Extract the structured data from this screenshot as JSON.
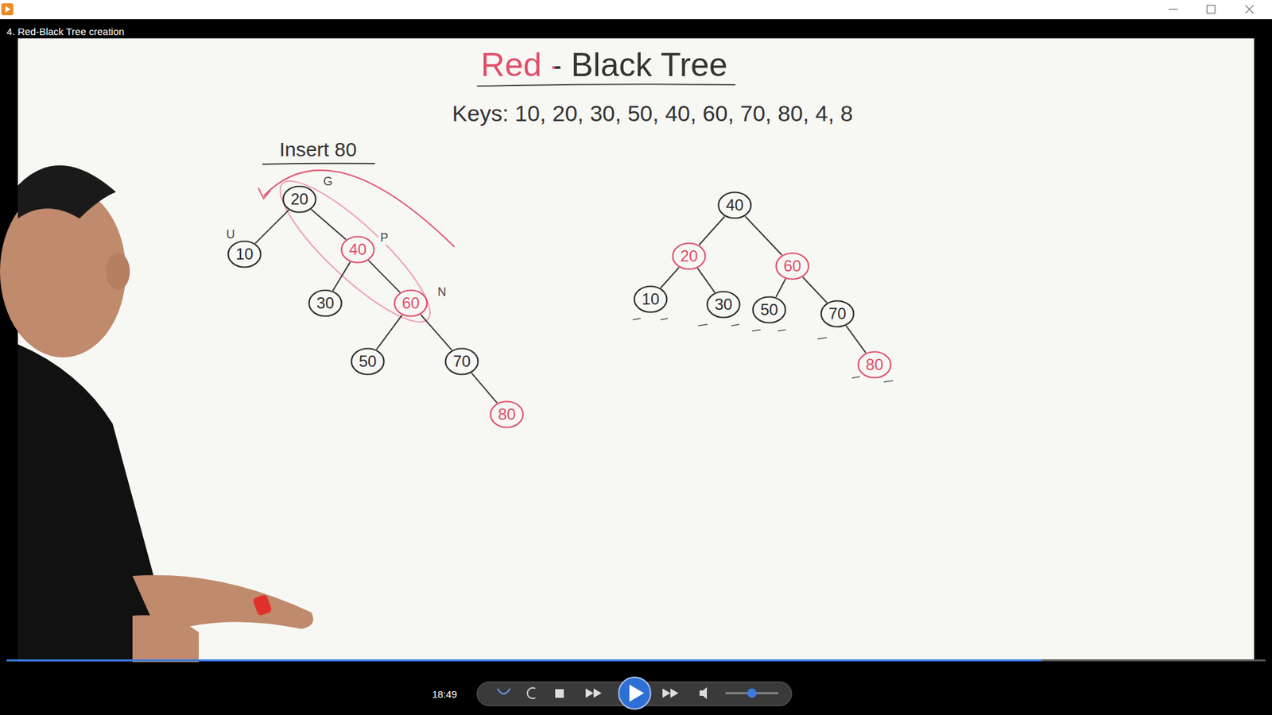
{
  "diagram": {
    "title": "Red - Black Tree",
    "nodes": [
      {
        "text": [
          "20"
        ]
      },
      {
        "text": [
          "10"
        ]
      },
      {
        "text": [
          "40"
        ]
      },
      {
        "text": [
          "30"
        ]
      },
      {
        "text": [
          "60"
        ]
      },
      {
        "text": [
          "50"
        ]
      },
      {
        "text": [
          "70"
        ]
      },
      {
        "text": [
          "80"
        ]
      },
      {
        "text": [
          "40"
        ]
      },
      {
        "text": [
          "20"
        ]
      },
      {
        "text": [
          "60"
        ]
      },
      {
        "text": [
          "10"
        ]
      },
      {
        "text": [
          "30"
        ]
      },
      {
        "text": [
          "50"
        ]
      },
      {
        "text": [
          "70"
        ]
      },
      {
        "text": [
          "80"
        ]
      }
    ],
    "edges": [
      {
        "from": 0,
        "to": 1,
        "arrow": "none"
      },
      {
        "from": 0,
        "to": 2,
        "arrow": "none"
      },
      {
        "from": 2,
        "to": 3,
        "arrow": "none"
      },
      {
        "from": 2,
        "to": 4,
        "arrow": "none"
      },
      {
        "from": 4,
        "to": 5,
        "arrow": "none"
      },
      {
        "from": 4,
        "to": 6,
        "arrow": "none"
      },
      {
        "from": 6,
        "to": 7,
        "arrow": "none"
      },
      {
        "from": 8,
        "to": 9,
        "arrow": "none"
      },
      {
        "from": 8,
        "to": 10,
        "arrow": "none"
      },
      {
        "from": 9,
        "to": 11,
        "arrow": "none"
      },
      {
        "from": 9,
        "to": 12,
        "arrow": "none"
      },
      {
        "from": 10,
        "to": 13,
        "arrow": "none"
      },
      {
        "from": 10,
        "to": 14,
        "arrow": "none"
      },
      {
        "from": 14,
        "to": 15,
        "arrow": "none"
      }
    ],
    "labels": [
      "4. Red-Black Tree creation",
      "Keys: 10, 20, 30, 50, 40, 60, 70, 80, 4, 8",
      "Insert 80",
      "G",
      "U",
      "P",
      "N",
      "18:49"
    ]
  }
}
